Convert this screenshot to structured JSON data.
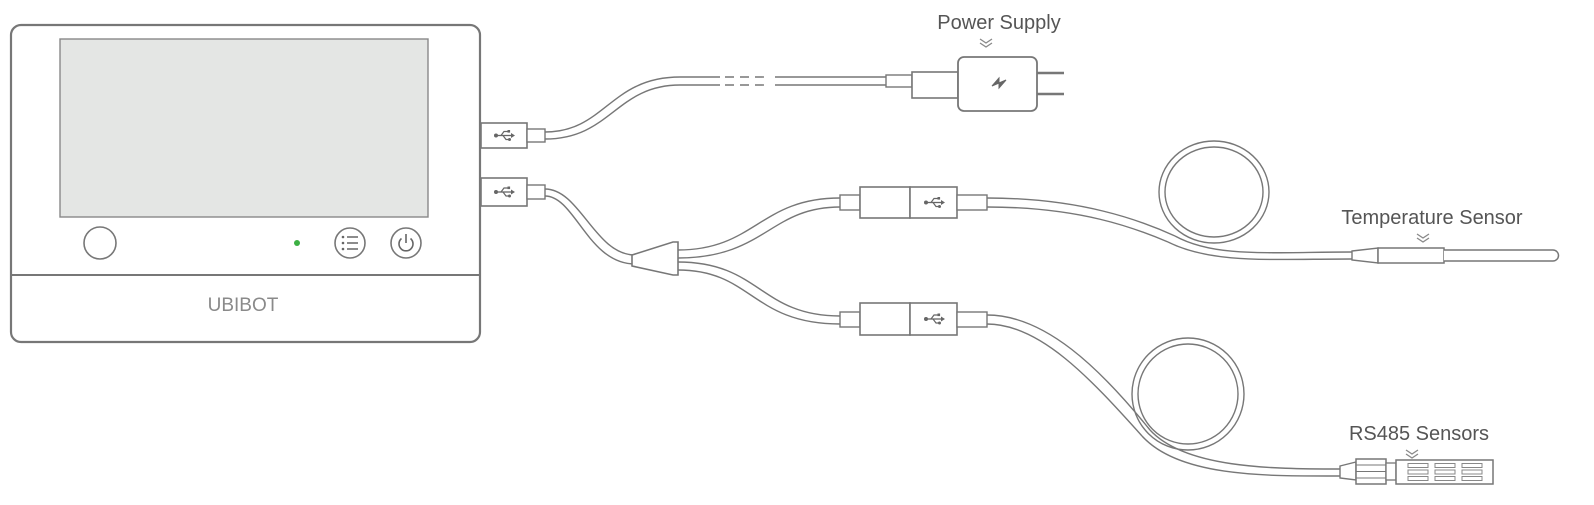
{
  "device": {
    "brand": "UBIBOT",
    "led_color": "#3cb043",
    "buttons": [
      "circle-button",
      "menu-button",
      "power-button"
    ]
  },
  "labels": {
    "power_supply": "Power Supply",
    "temperature_sensor": "Temperature Sensor",
    "rs485_sensors": "RS485 Sensors"
  },
  "icons": {
    "usb": "usb-icon",
    "lightning": "lightning-icon",
    "pointer": "double-chevron-down-icon"
  },
  "colors": {
    "stroke": "#777777",
    "screen": "#e4e6e4",
    "text": "#555555",
    "brand_text": "#8a8a8a"
  }
}
